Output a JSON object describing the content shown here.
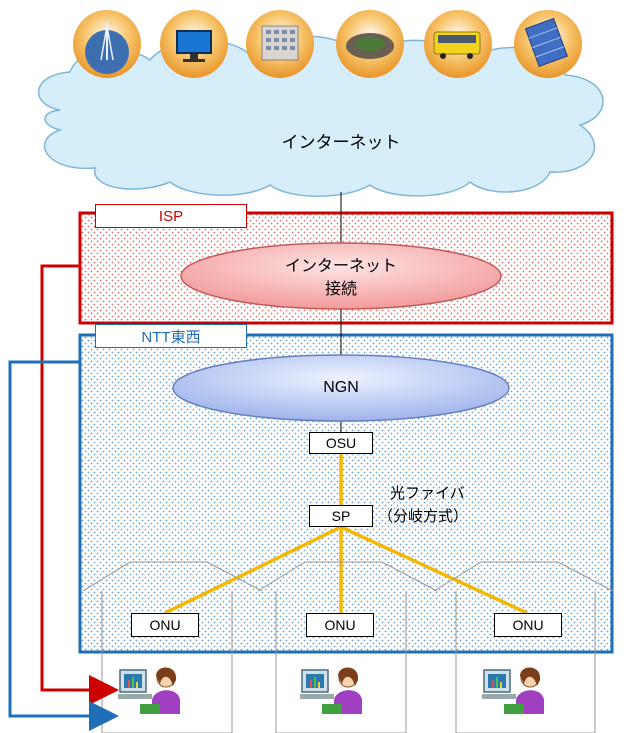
{
  "internet": {
    "label": "インターネット"
  },
  "isp": {
    "tab": "ISP",
    "node_line1": "インターネット",
    "node_line2": "接続"
  },
  "ntt": {
    "tab": "NTT東西",
    "ngn": "NGN",
    "osu": "OSU",
    "sp": "SP"
  },
  "fiber": {
    "line1": "光ファイバ",
    "line2": "（分岐方式）"
  },
  "onu": [
    "ONU",
    "ONU",
    "ONU"
  ],
  "icons": [
    "tower-icon",
    "monitor-icon",
    "building-icon",
    "stadium-icon",
    "bus-icon",
    "server-icon"
  ],
  "colors": {
    "isp": "#cc0000",
    "ntt": "#1f6fb8",
    "fiber": "#f5b800",
    "cloud": "#d6eefa"
  }
}
